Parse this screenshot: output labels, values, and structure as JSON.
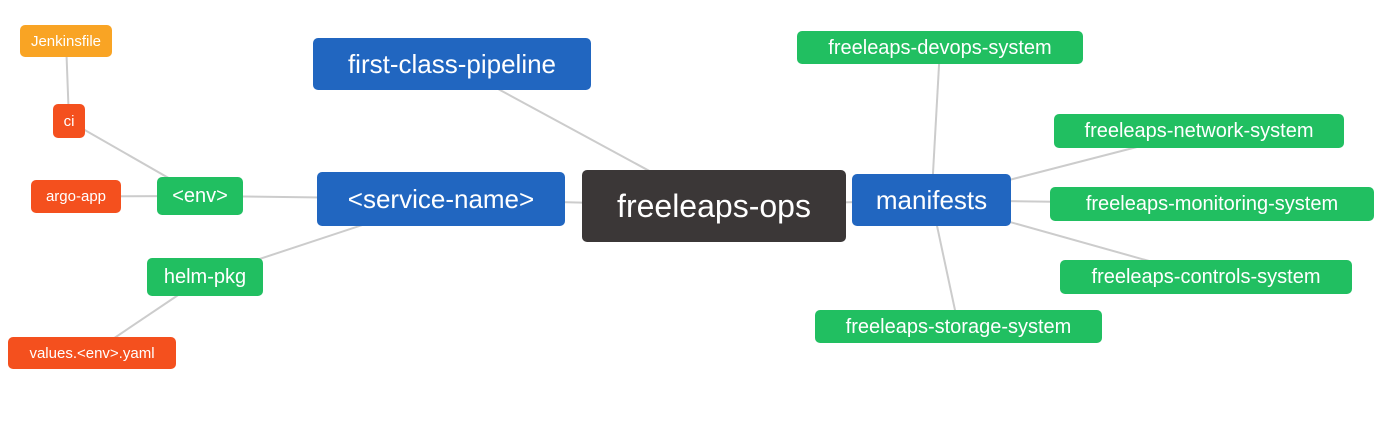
{
  "palette": {
    "blue": "#2166c0",
    "green": "#21bf61",
    "orange": "#f9a424",
    "red": "#f4501e",
    "dark": "#3b3737",
    "edge": "#cccccc",
    "node_text": "#ffffff",
    "background": "#ffffff"
  },
  "nodes": {
    "jenkinsfile": {
      "label": "Jenkinsfile",
      "color": "orange"
    },
    "ci": {
      "label": "ci",
      "color": "red"
    },
    "argo_app": {
      "label": "argo-app",
      "color": "red"
    },
    "env": {
      "label": "<env>",
      "color": "green"
    },
    "helm_pkg": {
      "label": "helm-pkg",
      "color": "green"
    },
    "values_env_yaml": {
      "label": "values.<env>.yaml",
      "color": "red"
    },
    "first_class_pipeline": {
      "label": "first-class-pipeline",
      "color": "blue"
    },
    "service_name": {
      "label": "<service-name>",
      "color": "blue"
    },
    "freeleaps_ops": {
      "label": "freeleaps-ops",
      "color": "dark"
    },
    "manifests": {
      "label": "manifests",
      "color": "blue"
    },
    "devops_system": {
      "label": "freeleaps-devops-system",
      "color": "green"
    },
    "network_system": {
      "label": "freeleaps-network-system",
      "color": "green"
    },
    "monitoring_system": {
      "label": "freeleaps-monitoring-system",
      "color": "green"
    },
    "controls_system": {
      "label": "freeleaps-controls-system",
      "color": "green"
    },
    "storage_system": {
      "label": "freeleaps-storage-system",
      "color": "green"
    }
  },
  "edges": [
    {
      "from": "jenkinsfile",
      "to": "ci"
    },
    {
      "from": "ci",
      "to": "env"
    },
    {
      "from": "argo_app",
      "to": "env"
    },
    {
      "from": "env",
      "to": "service_name"
    },
    {
      "from": "helm_pkg",
      "to": "service_name"
    },
    {
      "from": "values_env_yaml",
      "to": "helm_pkg"
    },
    {
      "from": "first_class_pipeline",
      "to": "freeleaps_ops"
    },
    {
      "from": "service_name",
      "to": "freeleaps_ops"
    },
    {
      "from": "freeleaps_ops",
      "to": "manifests"
    },
    {
      "from": "manifests",
      "to": "devops_system"
    },
    {
      "from": "manifests",
      "to": "network_system"
    },
    {
      "from": "manifests",
      "to": "monitoring_system"
    },
    {
      "from": "manifests",
      "to": "controls_system"
    },
    {
      "from": "manifests",
      "to": "storage_system"
    }
  ]
}
